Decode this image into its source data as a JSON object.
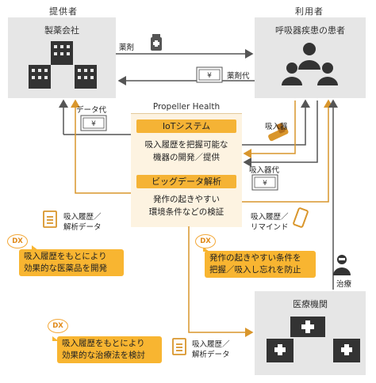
{
  "sections": {
    "provider": "提供者",
    "user": "利用者"
  },
  "nodes": {
    "pharma": "製薬会社",
    "patients": "呼吸器疾患の患者",
    "medical": "医療機関"
  },
  "center": {
    "title": "Propeller Health",
    "iot": "IoTシステム",
    "iot_desc1": "吸入履歴を把握可能な",
    "iot_desc2": "機器の開発／提供",
    "bigdata": "ビッグデータ解析",
    "bigdata_desc1": "発作の起きやすい",
    "bigdata_desc2": "環境条件などの検証"
  },
  "labels": {
    "drug": "薬剤",
    "drug_fee": "薬剤代",
    "data_fee": "データ代",
    "inhaler": "吸入器",
    "inhaler_fee": "吸入器代",
    "history_left1": "吸入履歴／",
    "history_left2": "解析データ",
    "history_right1": "吸入履歴／",
    "history_right2": "リマインド",
    "treatment": "治療",
    "history_bottom1": "吸入履歴／",
    "history_bottom2": "解析データ"
  },
  "dx_notes": {
    "badge": "DX",
    "left1": "吸入履歴をもとにより",
    "left2": "効果的な医薬品を開発",
    "right1": "発作の起きやすい条件を",
    "right2": "把握／吸入し忘れを防止",
    "bottom1": "吸入履歴をもとにより",
    "bottom2": "効果的な治療法を検討"
  },
  "colors": {
    "accent": "#f5b335",
    "arrow_dark": "#555555",
    "box": "#e6e6e6"
  }
}
